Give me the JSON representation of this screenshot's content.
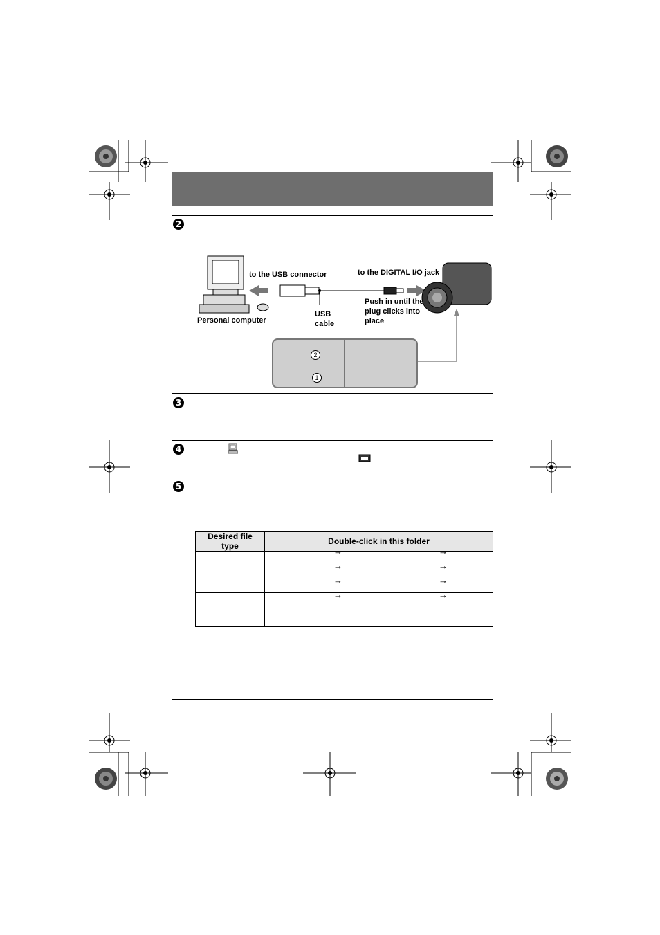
{
  "steps": {
    "step2": "2",
    "step3": "3",
    "step4": "4",
    "step5": "5"
  },
  "diagram": {
    "usb_connector_label": "to the USB connector",
    "digital_io_label": "to the DIGITAL I/O jack",
    "push_in_label": "Push in until the plug clicks into place",
    "usb_cable_label": "USB cable",
    "personal_computer_label": "Personal computer",
    "inset_marker_1": "1",
    "inset_marker_2": "2"
  },
  "table": {
    "headers": [
      "Desired file type",
      "Double-click in this folder"
    ],
    "arrow_glyph": "→"
  },
  "colors": {
    "header_bar": "#6e6e6e",
    "table_header": "#e6e6e6"
  }
}
